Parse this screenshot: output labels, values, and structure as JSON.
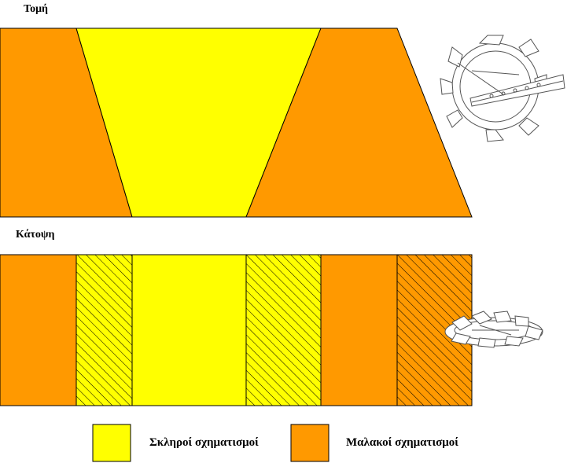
{
  "section_headings": {
    "cross_section": "Τομή",
    "plan_view": "Κάτοψη"
  },
  "legend": {
    "hard": {
      "label": "Σκληροί σχηματισμοί",
      "color": "#ffff00"
    },
    "soft": {
      "label": "Μαλακοί σχηματισμοί",
      "color": "#ff9900"
    }
  },
  "colors": {
    "hard_formation": "#ffff00",
    "soft_formation": "#ff9900",
    "outline": "#000000"
  },
  "icons": {
    "cross_section_tool": "bucket-wheel-excavator-icon",
    "plan_view_tool": "bucket-wheel-top-view-icon"
  }
}
